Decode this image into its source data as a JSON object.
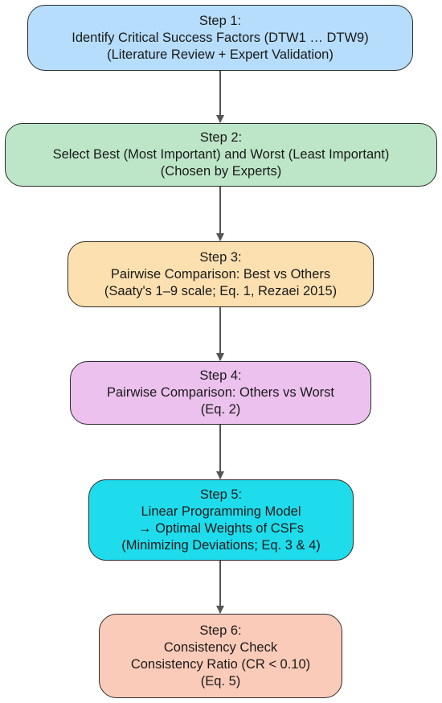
{
  "steps": [
    {
      "lines": [
        "Step 1:",
        "Identify Critical Success Factors (DTW1 … DTW9)",
        "(Literature Review + Expert Validation)"
      ],
      "color": "#b6ddfb"
    },
    {
      "lines": [
        "Step 2:",
        "Select Best (Most Important) and Worst (Least Important)",
        "(Chosen by Experts)"
      ],
      "color": "#bde6c8"
    },
    {
      "lines": [
        "Step 3:",
        "Pairwise Comparison: Best vs Others",
        "(Saaty's 1–9 scale; Eq. 1, Rezaei 2015)"
      ],
      "color": "#fde0b0"
    },
    {
      "lines": [
        "Step 4:",
        "Pairwise Comparison: Others vs Worst",
        "(Eq. 2)"
      ],
      "color": "#ecc1ee"
    },
    {
      "lines": [
        "Step 5:",
        "Linear Programming Model",
        "→ Optimal Weights of CSFs",
        "(Minimizing Deviations; Eq. 3 & 4)"
      ],
      "color": "#1fdcec"
    },
    {
      "lines": [
        "Step 6:",
        "Consistency Check",
        "Consistency Ratio (CR < 0.10)",
        "(Eq. 5)"
      ],
      "color": "#fbcbb9"
    }
  ],
  "arrow_color": "#555555"
}
